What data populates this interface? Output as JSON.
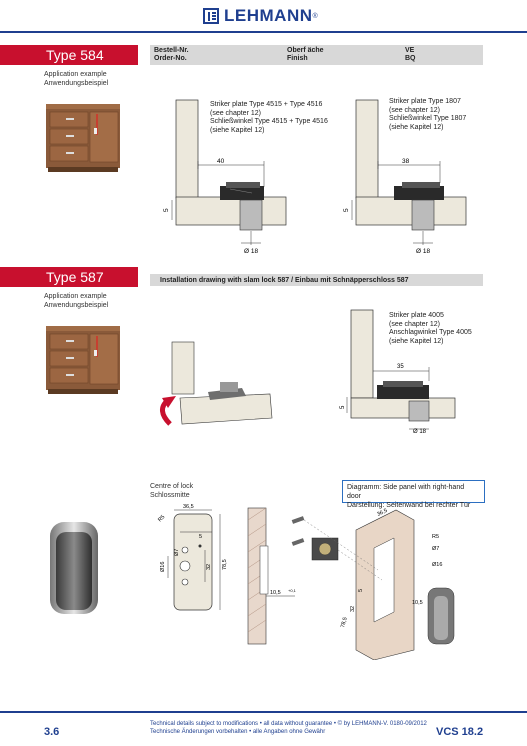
{
  "header": {
    "brand": "LEHMANN",
    "reg": "®"
  },
  "section584": {
    "type_label": "Type 584",
    "app_en": "Application example",
    "app_de": "Anwendungsbeispiel",
    "table": {
      "col1_de": "Bestell-Nr.",
      "col1_en": "Order-No.",
      "col2_de": "Oberf äche",
      "col2_en": "Finish",
      "col3_de": "VE",
      "col3_en": "BQ"
    },
    "drawing_left": {
      "note": [
        "Striker plate Type 4515 + Type 4516",
        "(see chapter 12)",
        "Schließwinkel Type 4515 + Type 4516",
        "(siehe Kapitel 12)"
      ],
      "dim_w": "40",
      "dim_h": "5",
      "dim_d": "Ø 18"
    },
    "drawing_right": {
      "note": [
        "Striker plate Type 1807",
        "(see chapter 12)",
        "Schließwinkel Type 1807",
        "(siehe Kapitel 12)"
      ],
      "dim_w": "38",
      "dim_h": "5",
      "dim_d": "Ø 18"
    }
  },
  "section587": {
    "type_label": "Type 587",
    "app_en": "Application example",
    "app_de": "Anwendungsbeispiel",
    "bar": "Installation drawing with slam lock 587 / Einbau mit Schnäpperschloss 587",
    "drawing_right": {
      "note": [
        "Striker plate 4005",
        "(see chapter 12)",
        "Anschlagwinkel Type 4005",
        "(siehe Kapitel 12)"
      ],
      "dim_w": "35",
      "dim_h": "5",
      "dim_d": "Ø 18"
    }
  },
  "bottom": {
    "centre_en": "Centre of lock",
    "centre_de": "Schlossmitte",
    "diagram_en": "Diagramm: Side panel with right-hand door",
    "diagram_de": "Darstellung: Seitenwand bei rechter Tür",
    "dims": {
      "d365": "36,5",
      "r5": "R5",
      "d5": "5",
      "d7": "Ø7",
      "d16": "Ø16",
      "d32": "32",
      "d785": "78,5",
      "d105": "10,5",
      "tol": "+0,1",
      "d365b": "36,5",
      "r5b": "R5",
      "d7b": "Ø7",
      "d16b": "Ø16",
      "d5b": "5",
      "d32b": "32",
      "d785b": "78,5",
      "d105b": "10,5"
    }
  },
  "footer": {
    "page": "3.6",
    "line1": "Technical details subject to modifications • all data without guarantee • © by LEHMANN-V. 0180-09/2012",
    "line2": "Technische Änderungen vorbehalten • alle Angaben ohne Gewähr",
    "vcs": "VCS 18.2"
  }
}
